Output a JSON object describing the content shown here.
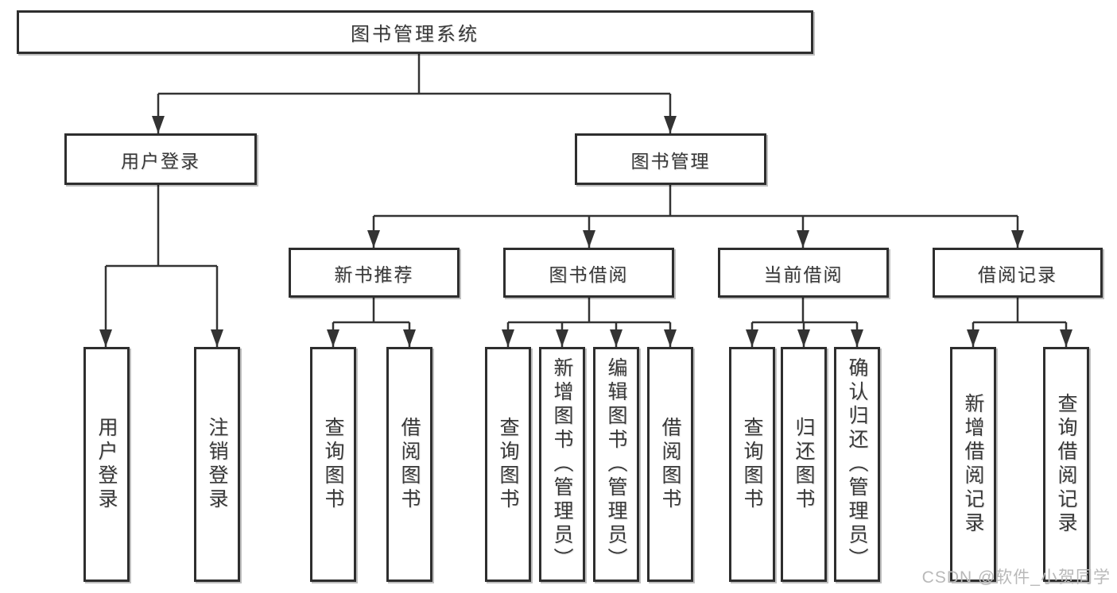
{
  "colors": {
    "background": "#ffffff",
    "line": "#333333",
    "box_border": "#2e2e2e",
    "text": "#383838",
    "watermark": "#b9b9b9"
  },
  "tree": {
    "root": {
      "label": "图书管理系统"
    },
    "branches": [
      {
        "label": "用户登录",
        "children": [
          {
            "label": "用户登录"
          },
          {
            "label": "注销登录"
          }
        ]
      },
      {
        "label": "图书管理",
        "children": [
          {
            "label": "新书推荐",
            "children": [
              {
                "label": "查询图书"
              },
              {
                "label": "借阅图书"
              }
            ]
          },
          {
            "label": "图书借阅",
            "children": [
              {
                "label": "查询图书"
              },
              {
                "label": "新增图书（管理员）"
              },
              {
                "label": "编辑图书（管理员）"
              },
              {
                "label": "借阅图书"
              }
            ]
          },
          {
            "label": "当前借阅",
            "children": [
              {
                "label": "查询图书"
              },
              {
                "label": "归还图书"
              },
              {
                "label": "确认归还（管理员）"
              }
            ]
          },
          {
            "label": "借阅记录",
            "children": [
              {
                "label": "新增借阅记录"
              },
              {
                "label": "查询借阅记录"
              }
            ]
          }
        ]
      }
    ]
  },
  "watermark": {
    "text": "CSDN @软件_小贺同学"
  }
}
